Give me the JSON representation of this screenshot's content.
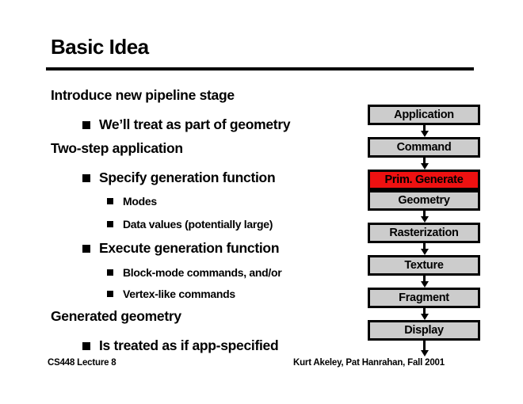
{
  "slide": {
    "title": "Basic Idea",
    "footer_left": "CS448 Lecture 8",
    "footer_right": "Kurt Akeley, Pat Hanrahan, Fall 2001"
  },
  "content": {
    "lines": [
      {
        "level": 0,
        "text": "Introduce new pipeline stage"
      },
      {
        "level": 1,
        "text": "We’ll treat as part of geometry"
      },
      {
        "level": 0,
        "text": "Two-step application"
      },
      {
        "level": 1,
        "text": "Specify generation function"
      },
      {
        "level": 2,
        "text": "Modes"
      },
      {
        "level": 2,
        "text": "Data values (potentially large)"
      },
      {
        "level": 1,
        "text": "Execute generation function"
      },
      {
        "level": 2,
        "text": "Block-mode commands, and/or"
      },
      {
        "level": 2,
        "text": "Vertex-like commands"
      },
      {
        "level": 0,
        "text": "Generated geometry"
      },
      {
        "level": 1,
        "text": "Is treated as if app-specified"
      }
    ]
  },
  "pipeline": {
    "stages": [
      {
        "label": "Application",
        "highlight": false
      },
      {
        "label": "Command",
        "highlight": false
      },
      {
        "label": "Prim. Generate",
        "highlight": true
      },
      {
        "label": "Geometry",
        "highlight": false
      },
      {
        "label": "Rasterization",
        "highlight": false
      },
      {
        "label": "Texture",
        "highlight": false
      },
      {
        "label": "Fragment",
        "highlight": false
      },
      {
        "label": "Display",
        "highlight": false
      }
    ],
    "colors": {
      "box_fill": "#cccccc",
      "box_border": "#000000",
      "highlight_fill": "#ee1111",
      "text": "#000000"
    }
  }
}
